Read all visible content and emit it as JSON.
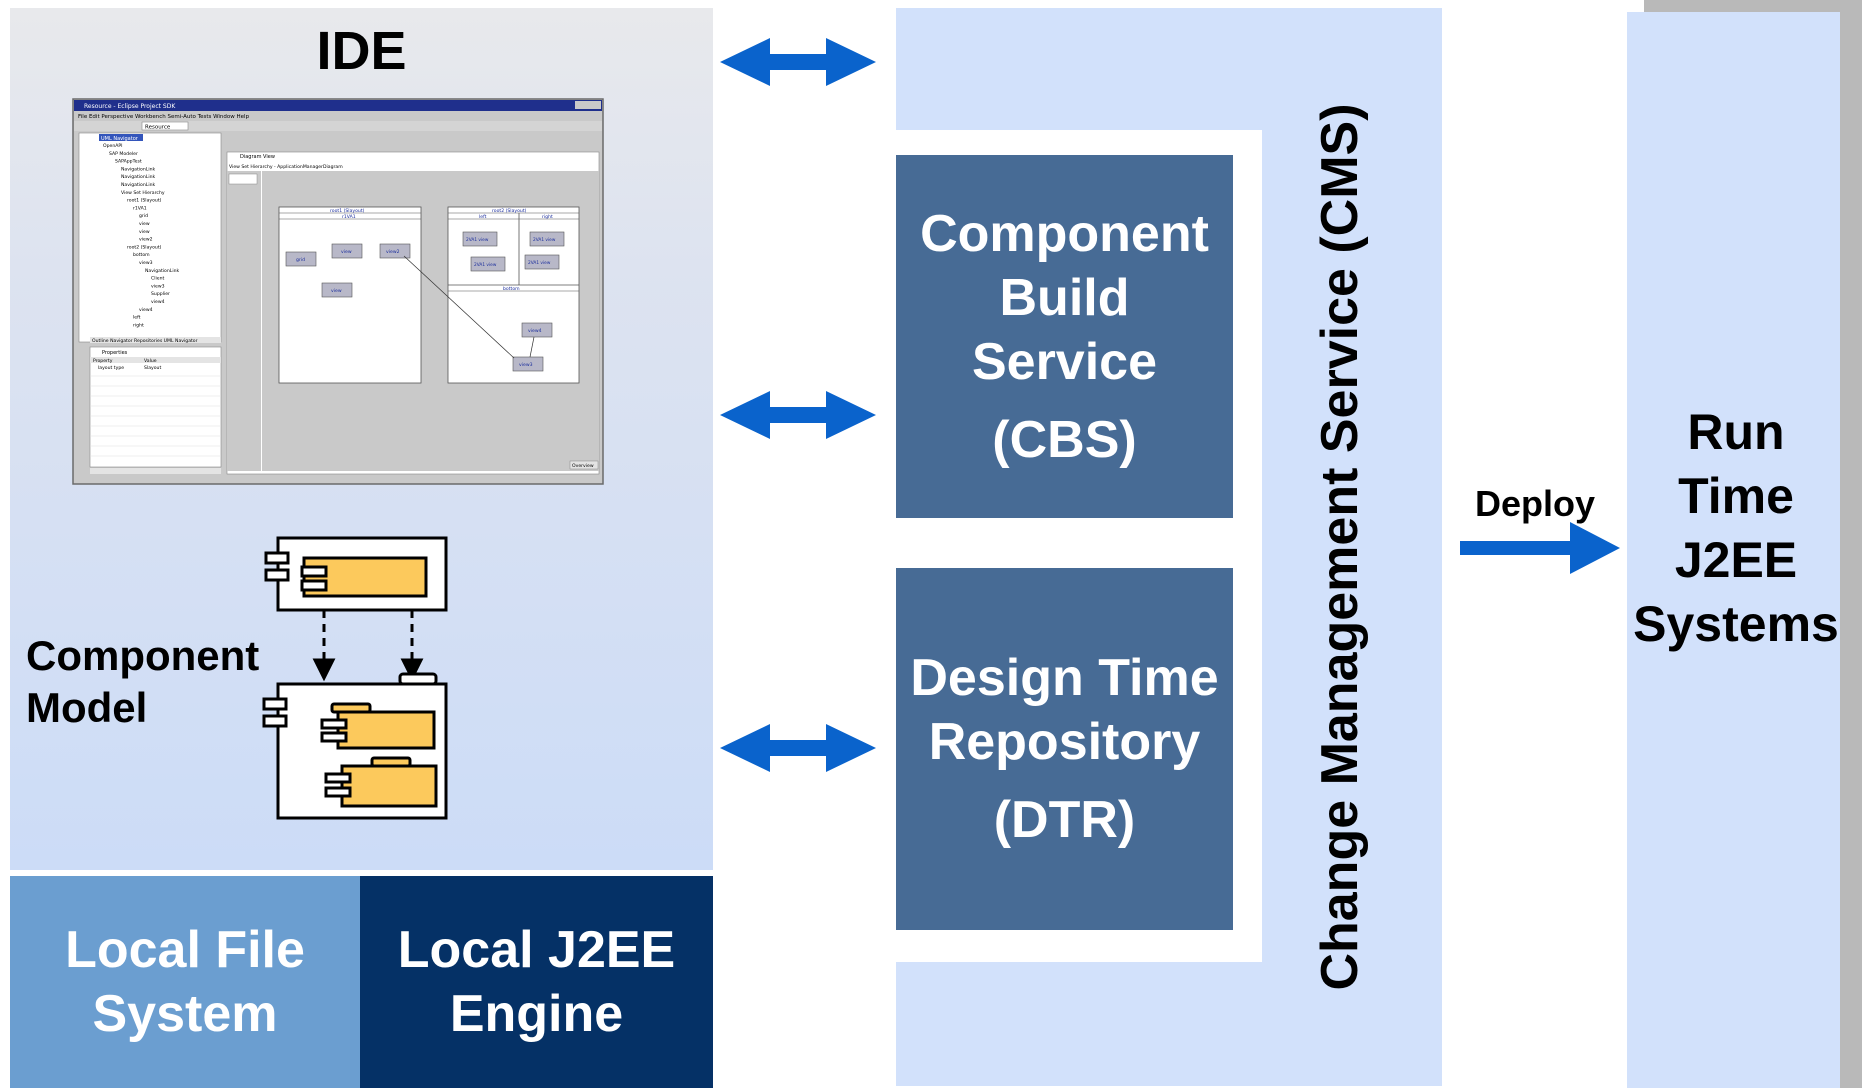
{
  "ide": {
    "title": "IDE",
    "component_model_label": "Component Model",
    "local_file_system": "Local File System",
    "local_j2ee_engine": "Local J2EE Engine"
  },
  "cms": {
    "title": "Change Management Service (CMS)",
    "cbs": {
      "line1": "Component",
      "line2": "Build",
      "line3": "Service",
      "line4": "(CBS)"
    },
    "dtr": {
      "line1": "Design Time",
      "line2": "Repository",
      "line3": "(DTR)"
    }
  },
  "deploy_label": "Deploy",
  "runtime": {
    "line1": "Run",
    "line2": "Time",
    "line3": "J2EE",
    "line4": "Systems"
  },
  "screenshot": {
    "window_title": "Resource - Eclipse Project SDK",
    "menu": [
      "File",
      "Edit",
      "Perspective",
      "Workbench",
      "Semi-Auto Tests",
      "Window",
      "Help"
    ],
    "perspective": "Resource",
    "navigator_tab": "UML Navigator",
    "tree": [
      "OpenAPI",
      "SAP Modeler",
      "SAPAppTest",
      "NavigationLink",
      "NavigationLink",
      "NavigationLink",
      "View Set Hierarchy",
      "root1 (Slayout)",
      "r1VA1",
      "grid",
      "view",
      "view",
      "view2",
      "root2 (Slayout)",
      "bottom",
      "view3",
      "NavigationLink",
      "Client",
      "view3",
      "Supplier",
      "view4",
      "view4",
      "left",
      "right"
    ],
    "bottom_tabs": [
      "Outline",
      "Navigator",
      "Repositories",
      "UML Navigator"
    ],
    "properties_title": "Properties",
    "prop_headers": [
      "Property",
      "Value"
    ],
    "prop_row": [
      "layout type",
      "Slayout"
    ],
    "diagram_title": "Diagram View",
    "diagram_subtitle": "View Set Hierarchy - ApplicationManagerDiagram",
    "root1_header": "root1 (Slayout)",
    "root1_sub": "r1VA1",
    "root2_header": "root2 (Slayout)",
    "left_label": "left",
    "right_label": "right",
    "bottom_label": "bottom",
    "view_grid": "grid",
    "view_a": "view",
    "view_b": "view",
    "view_2": "view2",
    "view_3": "view3",
    "view_4": "view4",
    "va_1": "2VA1 view",
    "va_2": "2VA1 view",
    "va_3": "2VA1 view",
    "va_4": "2VA1 view",
    "overview": "Overview"
  },
  "colors": {
    "arrow": "#0a63cc",
    "service_box": "#476b95",
    "cms_panel": "#d2e1fb",
    "local_fs": "#6b9ed0",
    "local_j2ee": "#053166",
    "component_fill": "#fcc95c"
  }
}
